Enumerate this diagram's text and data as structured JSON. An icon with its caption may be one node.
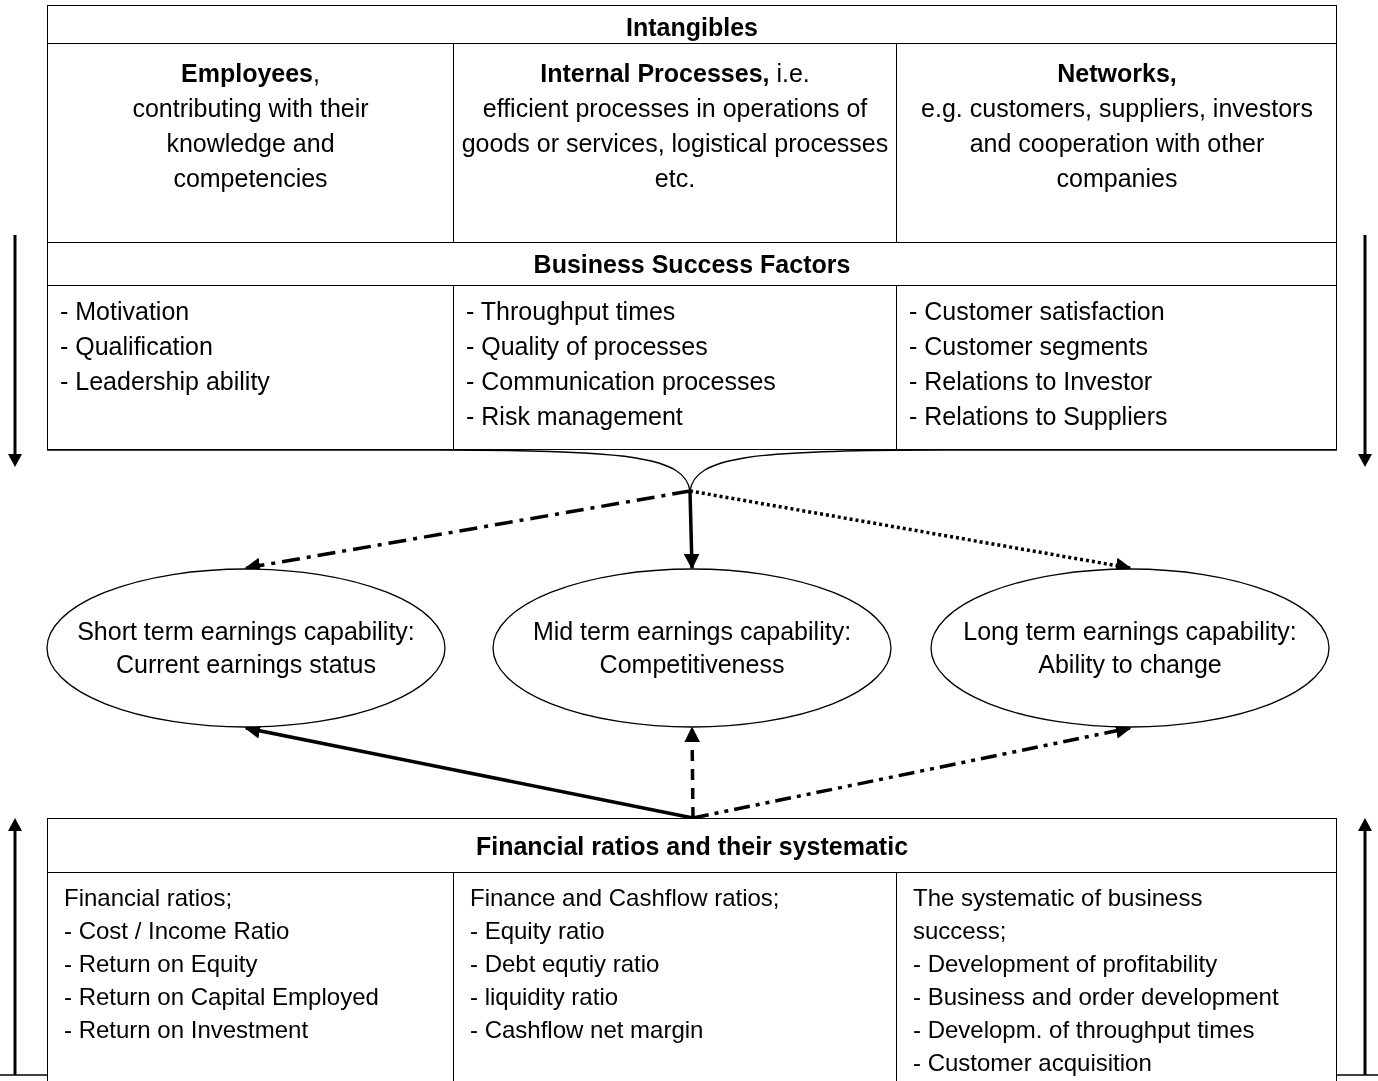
{
  "diagram": {
    "nodes": [
      {
        "text": [
          "Intangibles"
        ]
      },
      {
        "text": [
          "**Employees**,",
          "contributing with their knowledge and competencies"
        ],
        "in": 0
      },
      {
        "text": [
          "**Internal Processes,** i.e.",
          "efficient processes in operations of goods or services, logistical processes etc."
        ],
        "in": 0
      },
      {
        "text": [
          "Networks,",
          "e.g. customers, suppliers, investors and cooperation with other companies"
        ],
        "in": 0
      },
      {
        "text": [
          "Business Success Factors"
        ]
      },
      {
        "text": [
          "- Motivation",
          "- Qualification",
          "- Leadership ability"
        ],
        "in": 4
      },
      {
        "text": [
          "- Throughput times",
          "- Quality of processes",
          "- Communication processes",
          "- Risk management"
        ],
        "in": 4
      },
      {
        "text": [
          "- Customer satisfaction",
          "- Customer segments",
          "- Relations to Investor",
          "- Relations to Suppliers"
        ],
        "in": 4
      },
      {
        "text": [],
        "shape": "brace"
      },
      {
        "text": [
          "Short term earnings capability:",
          "Current earnings status"
        ]
      },
      {
        "text": [
          "Mid term earnings capability:",
          "Competitiveness"
        ]
      },
      {
        "text": [
          "Long term earnings capability:",
          "Ability to change"
        ]
      },
      {
        "text": [
          "Financial ratios and their systematic"
        ]
      },
      {
        "text": [
          "Financial ratios;",
          "- Cost / Income Ratio",
          "- Return on Equity",
          "- Return on Capital Employed",
          "- Return on Investment"
        ],
        "in": 12
      },
      {
        "text": [
          "Finance and Cashflow ratios;",
          "- Equity ratio",
          "- Debt equtiy ratio",
          "- liquidity ratio",
          "- Cashflow net margin"
        ],
        "in": 12
      },
      {
        "text": [
          "The systematic of business success;",
          "- Development of profitability",
          "- Business and order development",
          "- Developm. of throughput times",
          "- Customer acquisition"
        ],
        "in": 12
      }
    ],
    "edges": [
      {
        "from": 8,
        "to": 9,
        "arrow": "to",
        "style": "dashed"
      },
      {
        "from": 8,
        "to": 10,
        "arrow": "to"
      },
      {
        "from": 8,
        "to": 11,
        "arrow": "to",
        "style": "dashed"
      },
      {
        "from": 12,
        "to": 9,
        "arrow": "to"
      },
      {
        "from": 12,
        "to": 10,
        "arrow": "to",
        "style": "dashed"
      },
      {
        "from": 12,
        "to": 11,
        "arrow": "to",
        "style": "dashed"
      }
    ]
  }
}
